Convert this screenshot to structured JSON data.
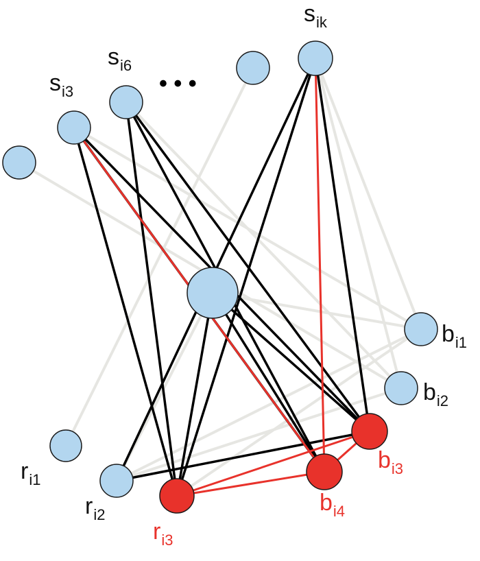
{
  "diagram": {
    "colors": {
      "node_fill": "#b3d6ef",
      "node_stroke": "#1a1a1a",
      "highlight_fill": "#e8322b",
      "edge_black": "#000000",
      "edge_red": "#e8322b",
      "edge_gray": "#e6e6e2",
      "label_black": "#111111",
      "label_red": "#e8322b"
    },
    "ellipsis": "• • •",
    "nodes": [
      {
        "id": "s_i3",
        "base": "s",
        "sub": "i3",
        "highlight": false
      },
      {
        "id": "s_i6",
        "base": "s",
        "sub": "i6",
        "highlight": false
      },
      {
        "id": "s_dot",
        "base": "",
        "sub": "",
        "highlight": false
      },
      {
        "id": "s_ik",
        "base": "s",
        "sub": "ik",
        "highlight": false
      },
      {
        "id": "left",
        "base": "",
        "sub": "",
        "highlight": false
      },
      {
        "id": "center",
        "base": "",
        "sub": "",
        "highlight": false
      },
      {
        "id": "b_i1",
        "base": "b",
        "sub": "i1",
        "highlight": false
      },
      {
        "id": "b_i2",
        "base": "b",
        "sub": "i2",
        "highlight": false
      },
      {
        "id": "b_i3",
        "base": "b",
        "sub": "i3",
        "highlight": true
      },
      {
        "id": "b_i4",
        "base": "b",
        "sub": "i4",
        "highlight": true
      },
      {
        "id": "r_i1",
        "base": "r",
        "sub": "i1",
        "highlight": false
      },
      {
        "id": "r_i2",
        "base": "r",
        "sub": "i2",
        "highlight": false
      },
      {
        "id": "r_i3",
        "base": "r",
        "sub": "i3",
        "highlight": true
      }
    ],
    "edges": [
      {
        "from": "s_dot",
        "to": "r_i1",
        "style": "gray"
      },
      {
        "from": "left",
        "to": "b_i2",
        "style": "gray"
      },
      {
        "from": "s_i3",
        "to": "b_i1",
        "style": "gray"
      },
      {
        "from": "s_i6",
        "to": "b_i2",
        "style": "gray"
      },
      {
        "from": "s_ik",
        "to": "b_i2",
        "style": "gray"
      },
      {
        "from": "s_ik",
        "to": "b_i1",
        "style": "gray"
      },
      {
        "from": "r_i2",
        "to": "b_i1",
        "style": "gray"
      },
      {
        "from": "r_i2",
        "to": "b_i2",
        "style": "gray"
      },
      {
        "from": "r_i2",
        "to": "center",
        "style": "gray"
      },
      {
        "from": "r_i3",
        "to": "b_i1",
        "style": "gray"
      },
      {
        "from": "center",
        "to": "b_i1",
        "style": "gray"
      },
      {
        "from": "s_i3",
        "to": "r_i3",
        "style": "black"
      },
      {
        "from": "s_i3",
        "to": "b_i3",
        "style": "black"
      },
      {
        "from": "s_i3",
        "to": "b_i4",
        "style": "black"
      },
      {
        "from": "s_i6",
        "to": "r_i3",
        "style": "black"
      },
      {
        "from": "s_i6",
        "to": "b_i3",
        "style": "black"
      },
      {
        "from": "s_i6",
        "to": "b_i4",
        "style": "black"
      },
      {
        "from": "s_ik",
        "to": "r_i3",
        "style": "black"
      },
      {
        "from": "s_ik",
        "to": "r_i2",
        "style": "black"
      },
      {
        "from": "s_ik",
        "to": "b_i3",
        "style": "black"
      },
      {
        "from": "center",
        "to": "r_i3",
        "style": "black"
      },
      {
        "from": "center",
        "to": "b_i3",
        "style": "black"
      },
      {
        "from": "center",
        "to": "b_i4",
        "style": "black"
      },
      {
        "from": "r_i2",
        "to": "b_i3",
        "style": "black"
      },
      {
        "from": "s_i3",
        "to": "b_i4",
        "style": "red"
      },
      {
        "from": "s_ik",
        "to": "b_i4",
        "style": "red"
      },
      {
        "from": "r_i3",
        "to": "b_i3",
        "style": "red"
      },
      {
        "from": "r_i3",
        "to": "b_i4",
        "style": "red"
      },
      {
        "from": "b_i4",
        "to": "b_i3",
        "style": "red"
      }
    ]
  }
}
